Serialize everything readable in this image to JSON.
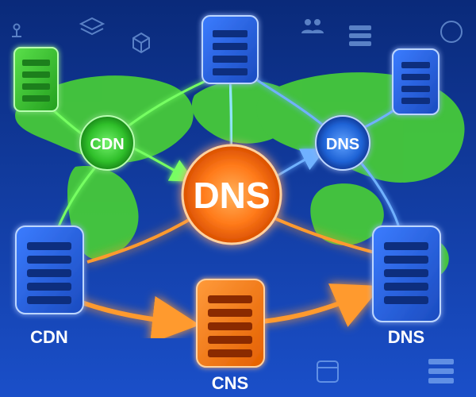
{
  "colors": {
    "background_top": "#0a2a7a",
    "background_bottom": "#1a4fc9",
    "map": "#46c93a",
    "green": "#2fbf2a",
    "blue": "#1f63d6",
    "orange": "#ff7a1a",
    "white": "#ffffff"
  },
  "hubs": {
    "dns_center": "DNS",
    "cdn_hub": "CDN",
    "dns_hub": "DNS"
  },
  "server_labels": {
    "bottom_left": "CDN",
    "bottom_center": "CNS",
    "bottom_right": "DNS"
  },
  "icons": [
    "network-icon",
    "layers-icon",
    "cube-icon",
    "people-icon",
    "stack-icon",
    "compass-icon",
    "box-icon"
  ]
}
